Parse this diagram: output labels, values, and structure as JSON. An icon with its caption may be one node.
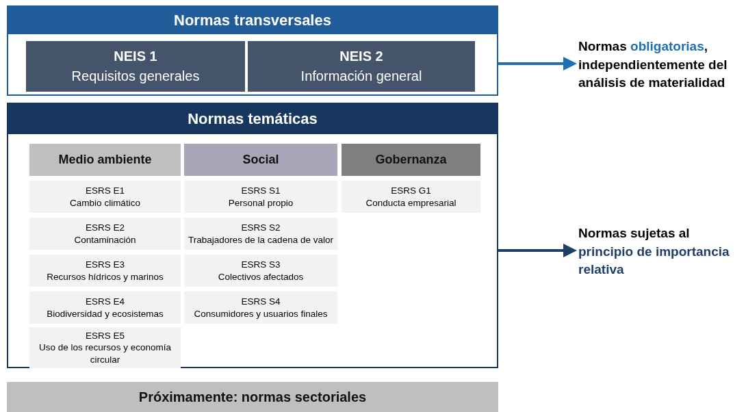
{
  "diagram": {
    "nodes": [
      {
        "text": [
          "Normas transversales"
        ]
      },
      {
        "text": [
          "NEIS 1",
          "Requisitos generales"
        ],
        "in": 0
      },
      {
        "text": [
          "NEIS 2",
          "Información general"
        ],
        "in": 0
      },
      {
        "text": [
          "Normas temáticas"
        ]
      },
      {
        "text": [
          "Medio ambiente"
        ],
        "in": 3
      },
      {
        "text": [
          "Social"
        ],
        "in": 3
      },
      {
        "text": [
          "Gobernanza"
        ],
        "in": 3
      },
      {
        "text": [
          "ESRS E1",
          "Cambio climático"
        ],
        "in": 3
      },
      {
        "text": [
          "ESRS E2",
          "Contaminación"
        ],
        "in": 3
      },
      {
        "text": [
          "ESRS E3",
          "Recursos hídricos y marinos"
        ],
        "in": 3
      },
      {
        "text": [
          "ESRS E4",
          "Biodiversidad y ecosistemas"
        ],
        "in": 3
      },
      {
        "text": [
          "ESRS E5",
          "Uso de los recursos y economía circular"
        ],
        "in": 3
      },
      {
        "text": [
          "ESRS S1",
          "Personal propio"
        ],
        "in": 3
      },
      {
        "text": [
          "ESRS S2",
          "Trabajadores de la cadena de valor"
        ],
        "in": 3
      },
      {
        "text": [
          "ESRS S3",
          "Colectivos afectados"
        ],
        "in": 3
      },
      {
        "text": [
          "ESRS S4",
          "Consumidores y usuarios finales"
        ],
        "in": 3
      },
      {
        "text": [
          "ESRS G1",
          "Conducta empresarial"
        ],
        "in": 3
      },
      {
        "text": [
          "Próximamente: normas sectoriales"
        ]
      },
      {
        "text": [
          "Normas **obligatorias**, independientemente del análisis de materialidad"
        ]
      },
      {
        "text": [
          "Normas sujetas al **principio de importancia relativa**"
        ]
      }
    ],
    "edges": [
      {
        "from": 0,
        "to": 18,
        "arrow": "to",
        "color": "#1f6fb5"
      },
      {
        "from": 3,
        "to": 19,
        "arrow": "to",
        "color": "#1f3f66"
      }
    ]
  }
}
